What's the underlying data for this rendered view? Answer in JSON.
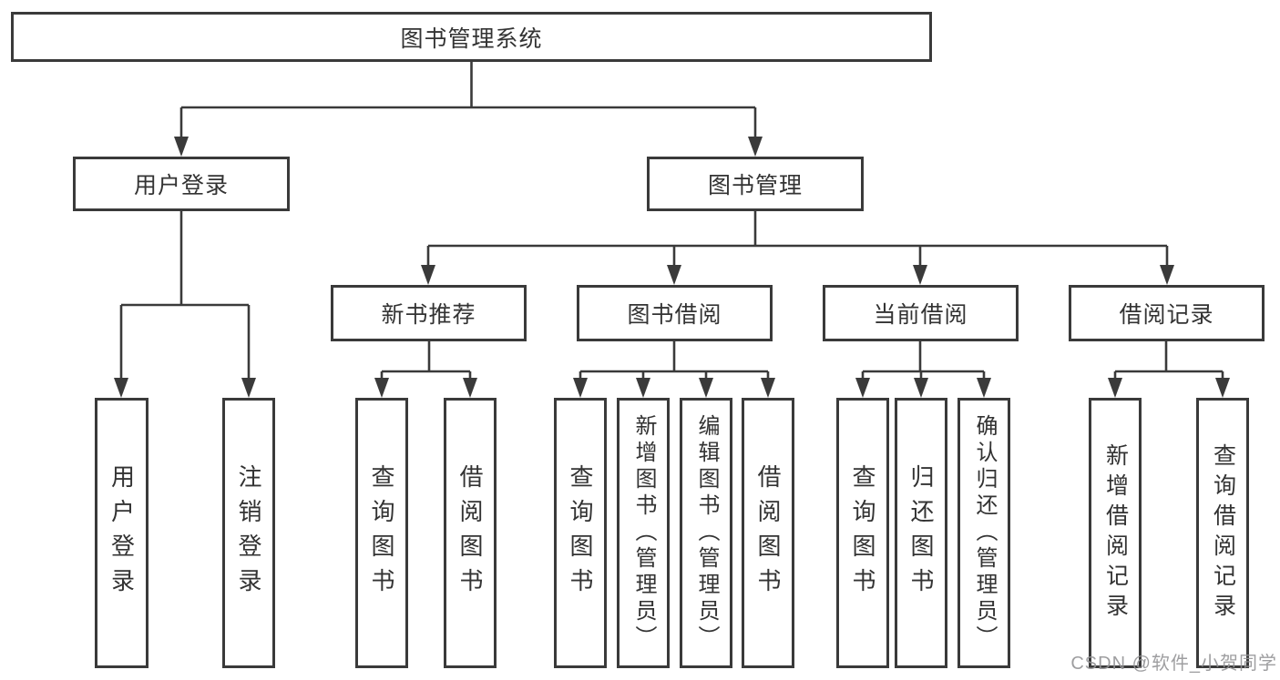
{
  "diagram": {
    "root": {
      "label": "图书管理系统"
    },
    "branches": [
      {
        "label": "用户登录",
        "children": [
          {
            "label": "用户登录"
          },
          {
            "label": "注销登录"
          }
        ]
      },
      {
        "label": "图书管理",
        "groups": [
          {
            "label": "新书推荐",
            "children": [
              {
                "label": "查询图书"
              },
              {
                "label": "借阅图书"
              }
            ]
          },
          {
            "label": "图书借阅",
            "children": [
              {
                "label": "查询图书"
              },
              {
                "label": "新增图书（管理员）"
              },
              {
                "label": "编辑图书（管理员）"
              },
              {
                "label": "借阅图书"
              }
            ]
          },
          {
            "label": "当前借阅",
            "children": [
              {
                "label": "查询图书"
              },
              {
                "label": "归还图书"
              },
              {
                "label": "确认归还（管理员）"
              }
            ]
          },
          {
            "label": "借阅记录",
            "children": [
              {
                "label": "新增借阅记录"
              },
              {
                "label": "查询借阅记录"
              }
            ]
          }
        ]
      }
    ]
  },
  "watermark": {
    "text": "CSDN @软件_小贺同学"
  },
  "colors": {
    "line": "#3a3a3a",
    "box_border": "#3a3a3a",
    "text": "#333333",
    "watermark": "#949496",
    "background": "#ffffff"
  }
}
